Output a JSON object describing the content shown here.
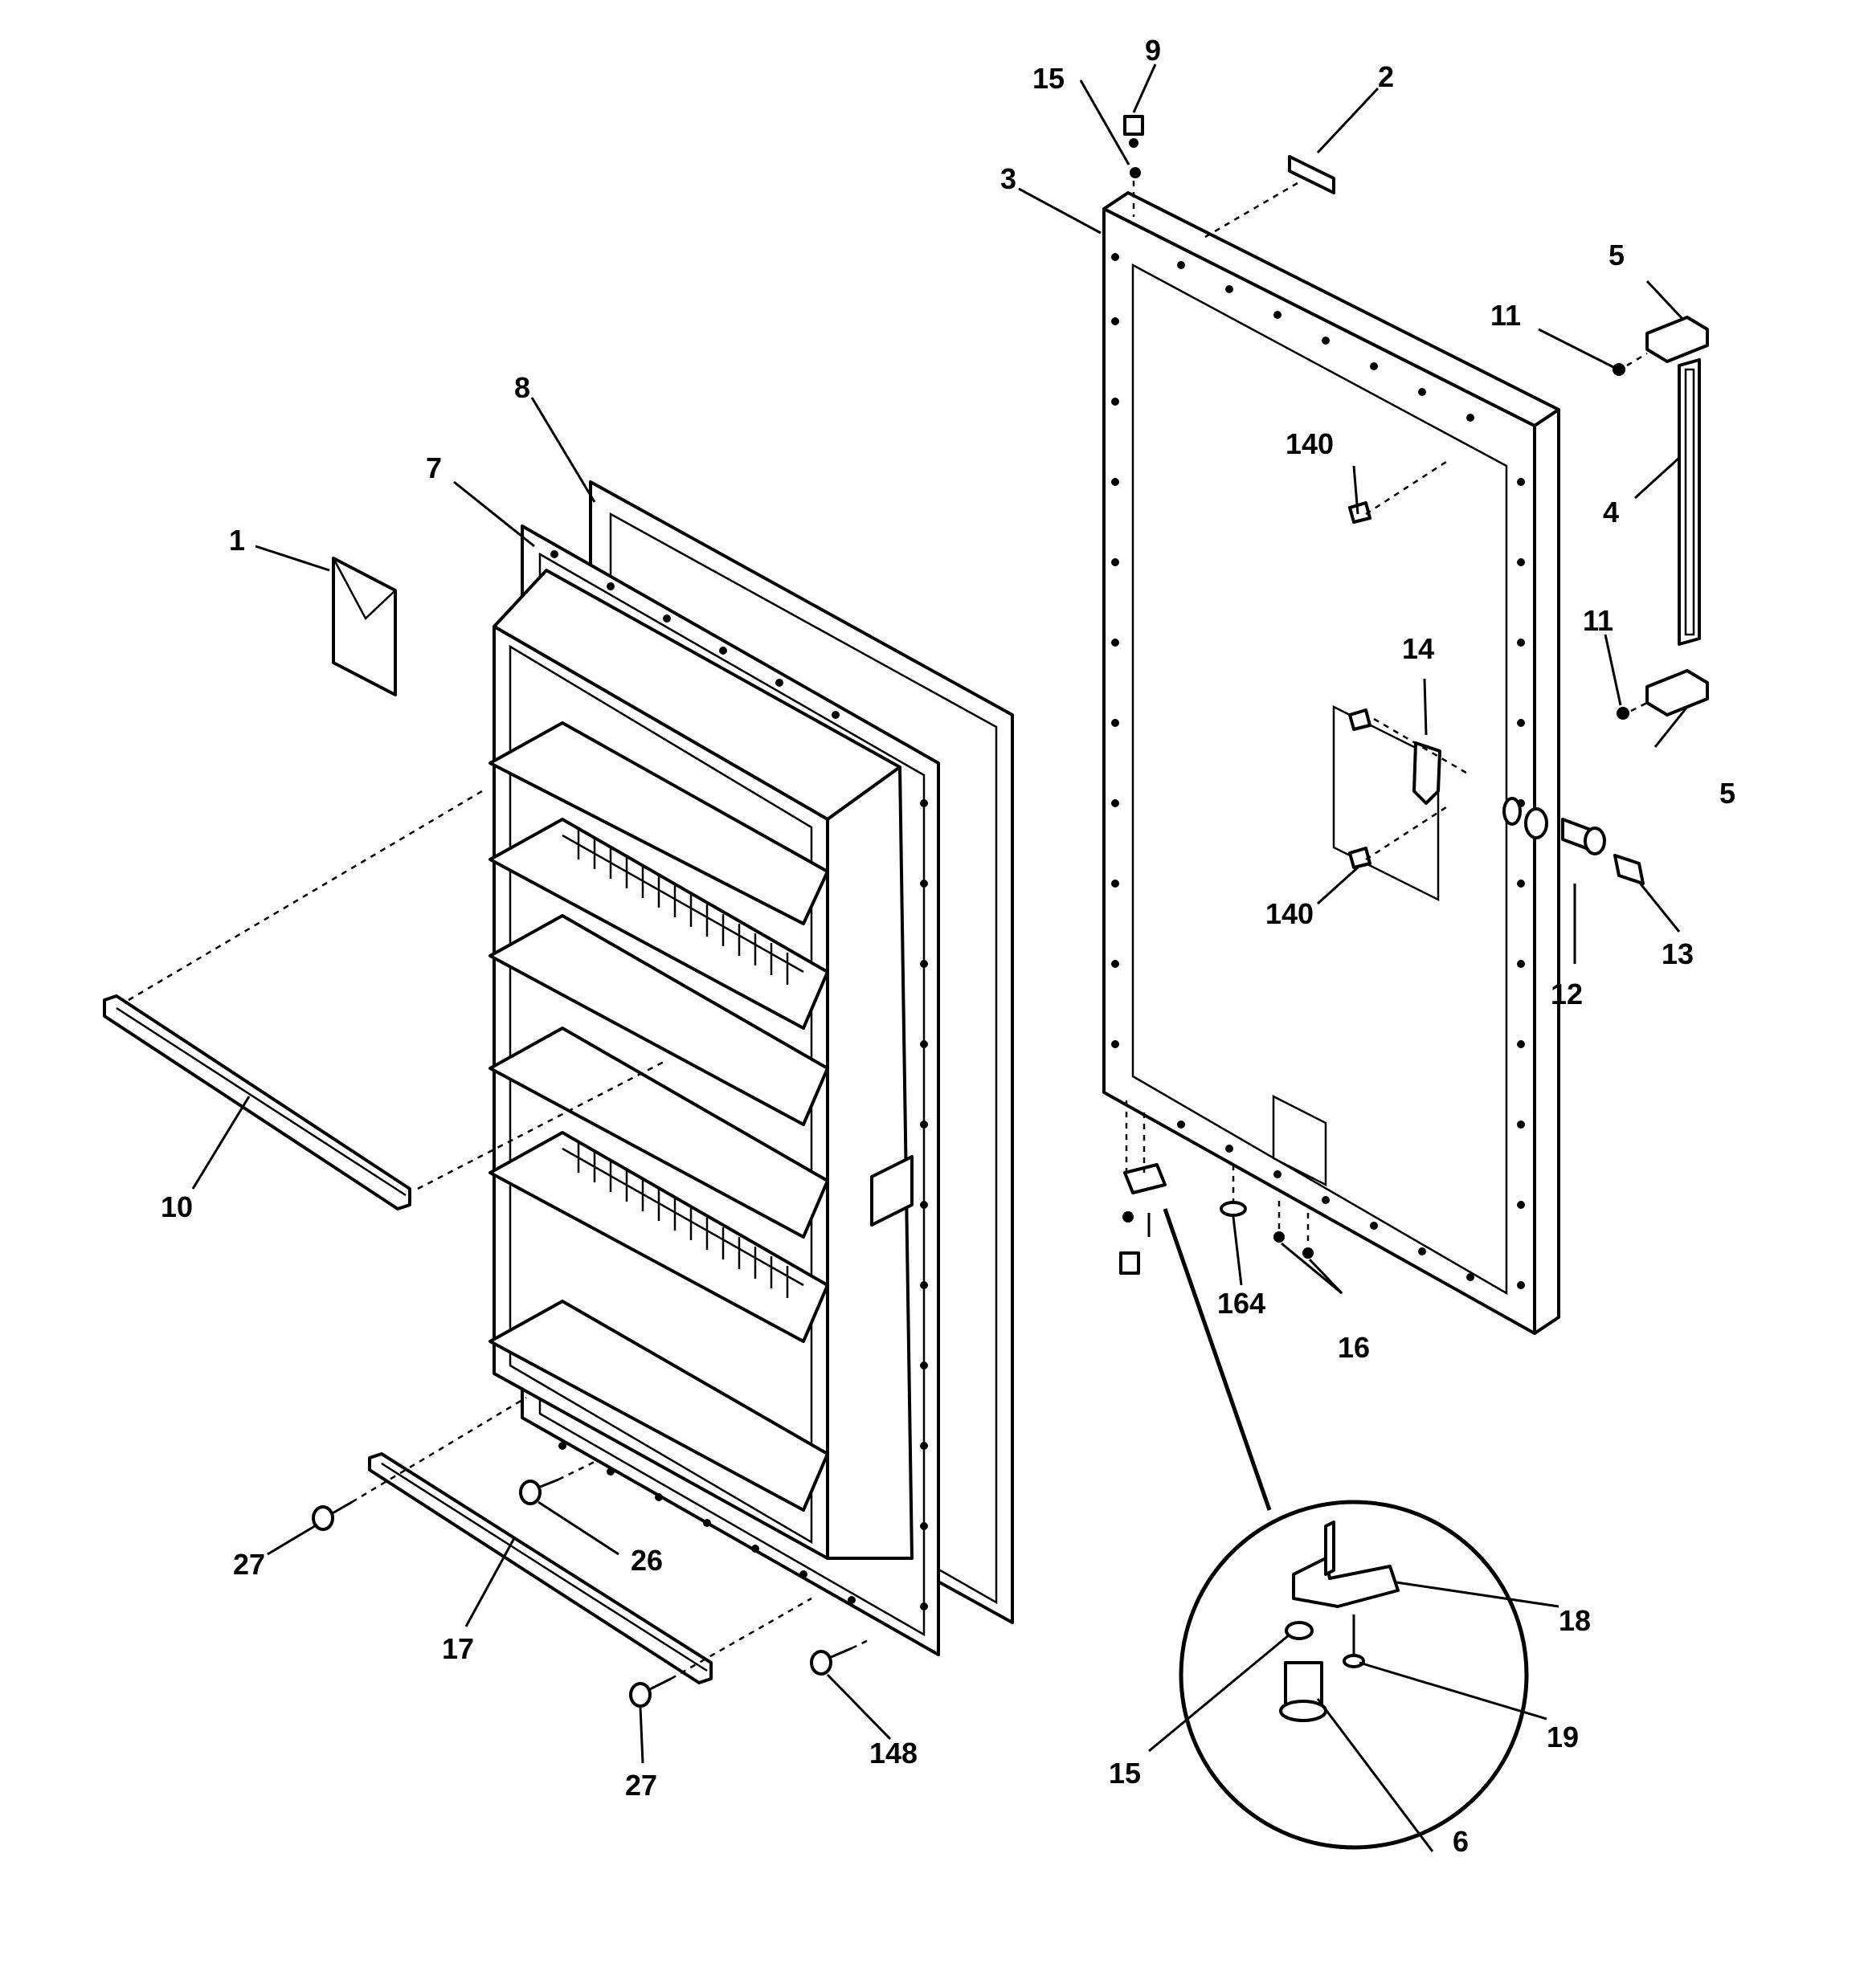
{
  "diagram": {
    "labels": {
      "l1": "1",
      "l2": "2",
      "l3": "3",
      "l4": "4",
      "l5a": "5",
      "l5b": "5",
      "l6": "6",
      "l7": "7",
      "l8": "8",
      "l9": "9",
      "l10": "10",
      "l11a": "11",
      "l11b": "11",
      "l12": "12",
      "l13": "13",
      "l14": "14",
      "l15a": "15",
      "l15b": "15",
      "l16": "16",
      "l17": "17",
      "l18": "18",
      "l19": "19",
      "l26": "26",
      "l27a": "27",
      "l27b": "27",
      "l140a": "140",
      "l140b": "140",
      "l148": "148",
      "l164": "164"
    }
  }
}
